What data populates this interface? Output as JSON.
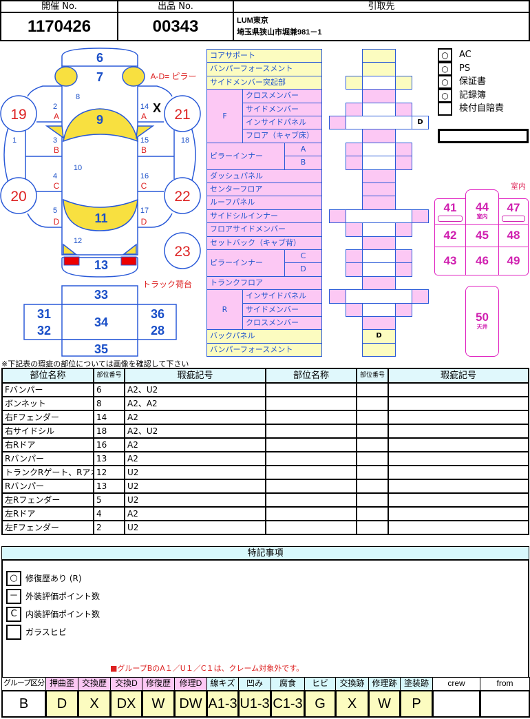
{
  "header": {
    "auction_no_label": "開催 No.",
    "auction_no": "1170426",
    "lot_no_label": "出品 No.",
    "lot_no": "00343",
    "pickup_label": "引取先",
    "pickup_name": "LUM東京",
    "pickup_address": "埼玉県狭山市堀兼981－1"
  },
  "car_diagram": {
    "pillar_note": "A-D= ピラー",
    "truck_bed_label": "トラック荷台",
    "marked_part_symbol": "X",
    "parts": {
      "p1": "1",
      "p2": "2",
      "p3": "3",
      "p4": "4",
      "p5": "5",
      "p6": "6",
      "p7": "7",
      "p8": "8",
      "p9": "9",
      "p10": "10",
      "p11": "11",
      "p12": "12",
      "p13": "13",
      "p14": "14",
      "p15": "15",
      "p16": "16",
      "p17": "17",
      "p18": "18",
      "p19": "19",
      "p20": "20",
      "p21": "21",
      "p22": "22",
      "p23": "23",
      "p28": "28",
      "p31": "31",
      "p32": "32",
      "p33": "33",
      "p34": "34",
      "p35": "35",
      "p36": "36"
    },
    "pillars": {
      "a": "A",
      "b": "B",
      "c": "C",
      "d": "D"
    }
  },
  "frame": {
    "rows": [
      {
        "label": "コアサポート",
        "group": "",
        "sub": "",
        "color": "yellow",
        "mark": ""
      },
      {
        "label": "バンパーフォースメント",
        "group": "",
        "sub": "",
        "color": "yellow",
        "mark": ""
      },
      {
        "label": "サイドメンバー突起部",
        "group": "",
        "sub": "",
        "color": "yellow",
        "mark": ""
      },
      {
        "label": "クロスメンバー",
        "group": "F",
        "sub": "",
        "color": "pink",
        "mark": ""
      },
      {
        "label": "サイドメンバー",
        "group": "F",
        "sub": "",
        "color": "pink",
        "mark": ""
      },
      {
        "label": "インサイドパネル",
        "group": "F",
        "sub": "",
        "color": "pink",
        "mark": "D"
      },
      {
        "label": "フロア（キャブ床）",
        "group": "F",
        "sub": "",
        "color": "pink",
        "mark": ""
      },
      {
        "label": "ピラーインナー",
        "group": "",
        "sub": "A",
        "color": "pink",
        "mark": ""
      },
      {
        "label": "ピラーインナー",
        "group": "",
        "sub": "B",
        "color": "pink",
        "mark": ""
      },
      {
        "label": "ダッシュパネル",
        "group": "",
        "sub": "",
        "color": "pink",
        "mark": ""
      },
      {
        "label": "センターフロア",
        "group": "",
        "sub": "",
        "color": "pink",
        "mark": ""
      },
      {
        "label": "ルーフパネル",
        "group": "",
        "sub": "",
        "color": "pink",
        "mark": ""
      },
      {
        "label": "サイドシルインナー",
        "group": "",
        "sub": "",
        "color": "pink",
        "mark": ""
      },
      {
        "label": "フロアサイドメンバー",
        "group": "",
        "sub": "",
        "color": "pink",
        "mark": ""
      },
      {
        "label": "セットバック（キャブ背）",
        "group": "",
        "sub": "",
        "color": "pink",
        "mark": ""
      },
      {
        "label": "ピラーインナー",
        "group": "",
        "sub": "C",
        "color": "pink",
        "mark": ""
      },
      {
        "label": "ピラーインナー",
        "group": "",
        "sub": "D",
        "color": "pink",
        "mark": ""
      },
      {
        "label": "トランクフロア",
        "group": "",
        "sub": "",
        "color": "pink",
        "mark": ""
      },
      {
        "label": "インサイドパネル",
        "group": "R",
        "sub": "",
        "color": "pink",
        "mark": ""
      },
      {
        "label": "サイドメンバー",
        "group": "R",
        "sub": "",
        "color": "pink",
        "mark": ""
      },
      {
        "label": "クロスメンバー",
        "group": "R",
        "sub": "",
        "color": "pink",
        "mark": ""
      },
      {
        "label": "バックパネル",
        "group": "",
        "sub": "",
        "color": "yellow",
        "mark": "D"
      },
      {
        "label": "バンパーフォースメント",
        "group": "",
        "sub": "",
        "color": "yellow",
        "mark": ""
      }
    ],
    "group_f": "F",
    "group_r": "R",
    "pillar_label": "ピラーインナー"
  },
  "equipment": [
    {
      "label": "AC",
      "mark": "○"
    },
    {
      "label": "PS",
      "mark": "○"
    },
    {
      "label": "保証書",
      "mark": "○"
    },
    {
      "label": "記録簿",
      "mark": "○"
    },
    {
      "label": "検付自賠責",
      "mark": ""
    }
  ],
  "interior": {
    "title": "室内",
    "cells": {
      "c41": "41",
      "c42": "42",
      "c43": "43",
      "c44": "44",
      "c44_sub": "室内",
      "c45": "45",
      "c46": "46",
      "c47": "47",
      "c48": "48",
      "c49": "49",
      "c50": "50",
      "c50_sub": "天井"
    }
  },
  "damage_table": {
    "note": "※下記表の瑕疵の部位については画像を確認して下さい",
    "headers": [
      "部位名称",
      "部位番号",
      "瑕疵記号",
      "部位名称",
      "部位番号",
      "瑕疵記号"
    ],
    "rows": [
      [
        "Fバンパー",
        "6",
        "A2、U2"
      ],
      [
        "ボンネット",
        "8",
        "A2、A2"
      ],
      [
        "右Fフェンダー",
        "14",
        "A2"
      ],
      [
        "右サイドシル",
        "18",
        "A2、U2"
      ],
      [
        "右Rドア",
        "16",
        "A2"
      ],
      [
        "Rバンパー",
        "13",
        "A2"
      ],
      [
        "トランクRゲート、Rアオリ",
        "12",
        "U2"
      ],
      [
        "Rバンパー",
        "13",
        "U2"
      ],
      [
        "左Rフェンダー",
        "5",
        "U2"
      ],
      [
        "左Rドア",
        "4",
        "A2"
      ],
      [
        "左Fフェンダー",
        "2",
        "U2"
      ]
    ]
  },
  "remarks": {
    "title": "特記事項",
    "items": [
      {
        "mark": "○",
        "label": "修復歴あり (R)"
      },
      {
        "mark": "－",
        "label": "外装評価ポイント数"
      },
      {
        "mark": "C",
        "label": "内装評価ポイント数"
      },
      {
        "mark": "",
        "label": "ガラスヒビ"
      }
    ],
    "note": "■グループBのA１／U１／C１は、クレーム対象外です。"
  },
  "legend": {
    "headers": [
      "グループ区分",
      "押曲歪",
      "交換歴",
      "交換D",
      "修復歴",
      "修理D",
      "線キズ",
      "凹み",
      "腐食",
      "ヒビ",
      "交換跡",
      "修理跡",
      "塗装跡",
      "crew",
      "from"
    ],
    "values": [
      "B",
      "D",
      "X",
      "DX",
      "W",
      "DW",
      "A1-3",
      "U1-3",
      "C1-3",
      "G",
      "X",
      "W",
      "P",
      "",
      ""
    ]
  },
  "colors": {
    "blue": "#2a5ad8",
    "red": "#dd2222",
    "yellow": "#f8e040",
    "pink": "#fcc8f4",
    "pale_yellow": "#fcfcc0",
    "magenta": "#e020c0",
    "cyan": "#d8f8fc"
  }
}
